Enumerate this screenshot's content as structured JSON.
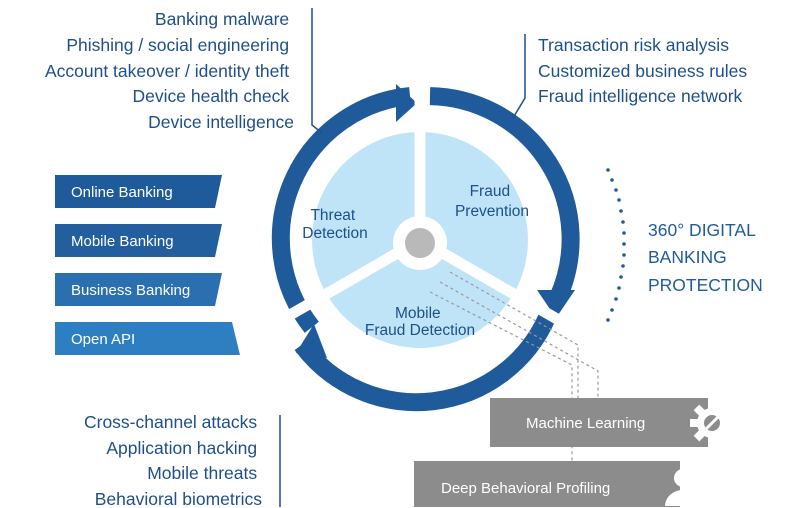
{
  "threat_list": [
    "Banking malware",
    "Phishing / social engineering",
    "Account takeover / identity theft",
    "Device health check",
    "Device intelligence"
  ],
  "prevention_list": [
    "Transaction risk analysis",
    "Customized business rules",
    "Fraud intelligence network"
  ],
  "mobile_list": [
    "Cross-channel attacks",
    "Application hacking",
    "Mobile threats",
    "Behavioral biometrics"
  ],
  "segments": {
    "threat": [
      "Threat",
      "Detection"
    ],
    "prevention": [
      "Fraud",
      "Prevention"
    ],
    "mobile": [
      "Mobile",
      "Fraud Detection"
    ]
  },
  "channels": [
    "Online Banking",
    "Mobile Banking",
    "Business Banking",
    "Open API"
  ],
  "protection": [
    "360° DIGITAL",
    "BANKING",
    "PROTECTION"
  ],
  "tech": {
    "machine_learning": "Machine Learning",
    "deep_behavioral": "Deep Behavioral Profiling"
  },
  "colors": {
    "ring": "#1f5b9b",
    "fill": "#bfe4f8",
    "text": "#1f4f8a",
    "banner_dark": "#1f5b9b",
    "banner_light": "#2e7fc1",
    "gray": "#8c8c8c",
    "hub": "#b9b9b9"
  },
  "icons": {
    "machine_learning": "gear-icon",
    "deep_behavioral": "person-icon"
  }
}
